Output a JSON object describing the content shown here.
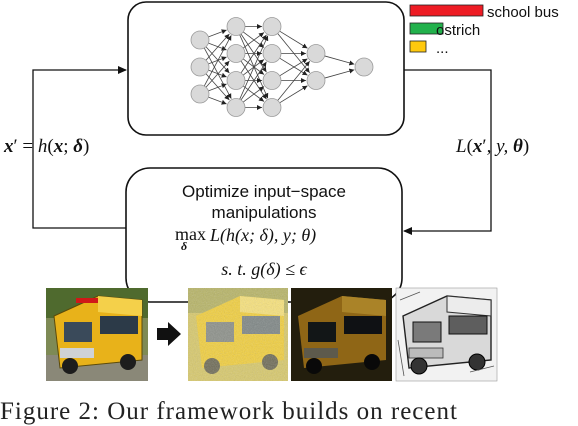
{
  "legend": [
    {
      "label": "school bus",
      "color": "#ee1c24",
      "score": 1.0
    },
    {
      "label": "ostrich",
      "color": "#22b14c",
      "score": 0.45
    },
    {
      "label": "...",
      "color": "#ffc90e",
      "score": 0.22
    }
  ],
  "left_formula": {
    "lhs": "x",
    "prime": "′",
    "eq": " = ",
    "fn": "h",
    "open": "(",
    "x": "x",
    "sep": "; ",
    "delta": "δ",
    "close": ")"
  },
  "right_formula": {
    "fn": "L",
    "open": "(",
    "x": "x",
    "prime": "′",
    "rest": ", y, ",
    "theta": "θ",
    "close": ")"
  },
  "optimizer": {
    "line1": "Optimize input−space",
    "line2": "manipulations",
    "max_word": "max",
    "max_sub": "δ",
    "objective": "L(h(x; δ), y; θ)",
    "constraint": "s. t. g(δ) ≤ ϵ"
  },
  "network": {
    "layers": [
      3,
      4,
      4,
      2,
      1
    ]
  },
  "images": [
    "original school bus",
    "perturbed school bus",
    "dark manipulated school bus",
    "sketch manipulated school bus"
  ],
  "caption": "Figure 2: Our framework builds on recent"
}
